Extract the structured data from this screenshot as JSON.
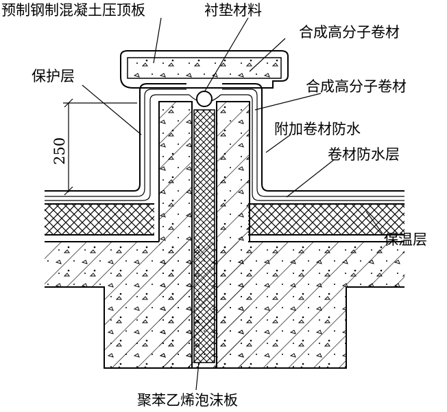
{
  "labels": {
    "precast_slab": "预制钢制混凝土压顶板",
    "liner": "衬垫材料",
    "membrane_top": "合成高分子卷材",
    "protect": "保护层",
    "membrane_mid": "合成高分子卷材",
    "extra_waterproof": "附加卷材防水",
    "waterproof_layer": "卷材防水层",
    "insulation": "保温层",
    "foam_board": "聚苯乙烯泡沫板",
    "dimension": "250"
  }
}
